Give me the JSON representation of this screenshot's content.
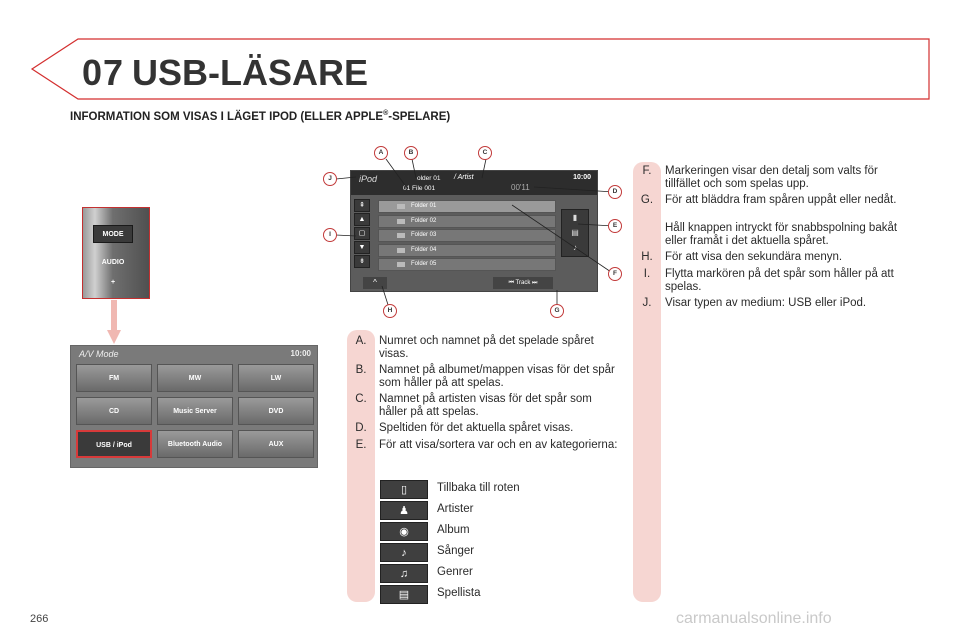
{
  "header": {
    "chapter_number": "07",
    "chapter_title": "USB-LÄSARE",
    "accent_color": "#d32f2f"
  },
  "subtitle": {
    "text_before": "INFORMATION SOM VISAS I LÄGET IPOD (ELLER APPLE",
    "registered": "®",
    "text_after": "-SPELARE)"
  },
  "control_photo": {
    "mode_label": "MODE",
    "audio_label": "AUDIO",
    "plus_label": "+"
  },
  "av_mode": {
    "title": "A/V Mode",
    "clock": "10:00",
    "buttons": [
      "FM",
      "MW",
      "LW",
      "CD",
      "Music Server",
      "DVD",
      "USB / iPod",
      "Bluetooth Audio",
      "AUX"
    ],
    "selected": "USB / iPod"
  },
  "ipod_screen": {
    "label": "iPod",
    "folder": "older 01",
    "artist": "/ Artist",
    "file": "01 File 001",
    "time": "00'11",
    "clock": "10:00",
    "rows": [
      "Folder  01",
      "Folder  02",
      "Folder  03",
      "Folder  04",
      "Folder  05"
    ],
    "track_label": "Track",
    "up_glyph": "^",
    "left_icons": [
      "⇞",
      "▲",
      "▢",
      "▼",
      "⇟"
    ],
    "right_icons": [
      "▮",
      "▤",
      "♪"
    ]
  },
  "callouts": [
    "A",
    "B",
    "C",
    "D",
    "E",
    "F",
    "G",
    "H",
    "I",
    "J"
  ],
  "middle_items": [
    {
      "letter": "A.",
      "text": "Numret och namnet på det spelade spåret visas."
    },
    {
      "letter": "B.",
      "text": "Namnet på albumet/mappen visas för det spår som håller på att spelas."
    },
    {
      "letter": "C.",
      "text": "Namnet på artisten visas för det spår som håller på att spelas."
    },
    {
      "letter": "D.",
      "text": "Speltiden för det aktuella spåret visas."
    },
    {
      "letter": "E.",
      "text": "För att visa/sortera var och en av kategorierna:"
    }
  ],
  "categories": [
    {
      "icon": "ipod-icon",
      "glyph": "▯",
      "label": "Tillbaka till roten"
    },
    {
      "icon": "artist-icon",
      "glyph": "♟",
      "label": "Artister"
    },
    {
      "icon": "album-icon",
      "glyph": "◉",
      "label": "Album"
    },
    {
      "icon": "song-icon",
      "glyph": "♪",
      "label": "Sånger"
    },
    {
      "icon": "genre-icon",
      "glyph": "♫",
      "label": "Genrer"
    },
    {
      "icon": "playlist-icon",
      "glyph": "▤",
      "label": "Spellista"
    }
  ],
  "right_items": [
    {
      "letter": "F.",
      "text": "Markeringen visar den detalj som valts för tillfället och som spelas upp."
    },
    {
      "letter": "G.",
      "text": "För att bläddra fram spåren uppåt eller nedåt."
    },
    {
      "letter": "",
      "text": "Håll knappen intryckt för snabbspolning bakåt eller framåt i det aktuella spåret."
    },
    {
      "letter": "H.",
      "text": "För att visa den sekundära menyn."
    },
    {
      "letter": "I.",
      "text": "Flytta markören på det spår som håller på att spelas."
    },
    {
      "letter": "J.",
      "text": "Visar typen av medium: USB eller iPod."
    }
  ],
  "page_number": "266",
  "watermark": "carmanualsonline.info"
}
